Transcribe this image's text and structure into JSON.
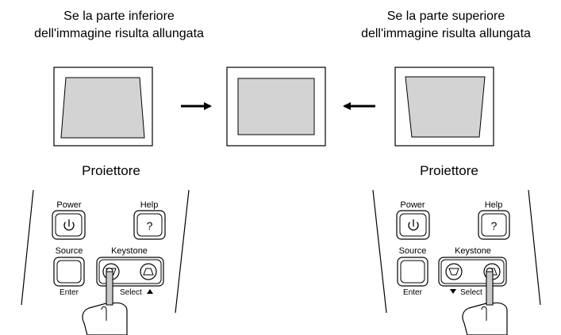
{
  "captions": {
    "left_line1": "Se la parte inferiore",
    "left_line2": "dell'immagine risulta allungata",
    "right_line1": "Se la parte superiore",
    "right_line2": "dell'immagine risulta allungata"
  },
  "projector_label": "Proiettore",
  "panel": {
    "power": "Power",
    "help": "Help",
    "help_symbol": "?",
    "source": "Source",
    "keystone": "Keystone",
    "enter": "Enter",
    "select": "Select"
  },
  "colors": {
    "image_fill": "#d3d3d3",
    "line": "#000000"
  }
}
